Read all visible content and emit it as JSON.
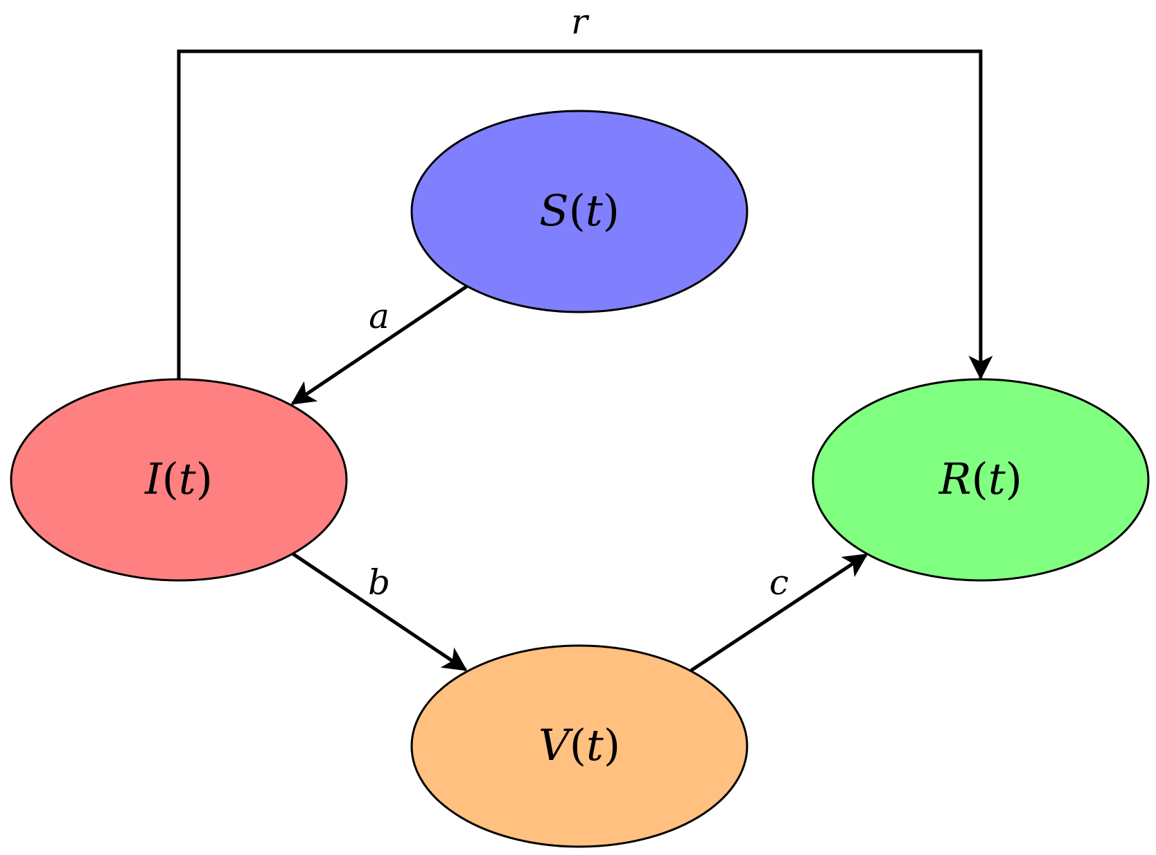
{
  "nodes": {
    "S": {
      "symbol": "S",
      "arg": "t",
      "color": "#8080ff"
    },
    "I": {
      "symbol": "I",
      "arg": "t",
      "color": "#ff8080"
    },
    "R": {
      "symbol": "R",
      "arg": "t",
      "color": "#80ff80"
    },
    "V": {
      "symbol": "V",
      "arg": "t",
      "color": "#ffc080"
    }
  },
  "edges": {
    "a": {
      "label": "a",
      "from": "S",
      "to": "I"
    },
    "b": {
      "label": "b",
      "from": "I",
      "to": "V"
    },
    "c": {
      "label": "c",
      "from": "V",
      "to": "R"
    },
    "r": {
      "label": "r",
      "from": "I",
      "to": "R"
    }
  }
}
